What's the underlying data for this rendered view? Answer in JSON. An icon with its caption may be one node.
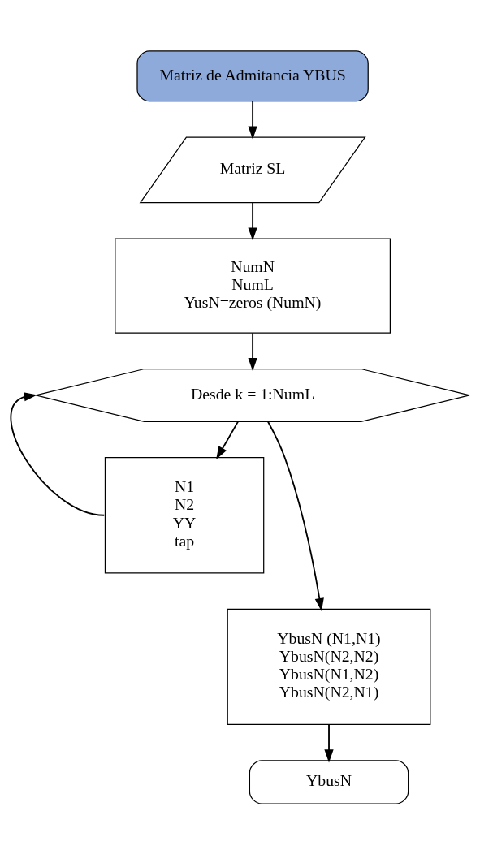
{
  "diagram": {
    "nodes": [
      {
        "text": [
          "Matriz de Admitancia YBUS"
        ]
      },
      {
        "text": [
          "Matriz SL"
        ]
      },
      {
        "text": [
          "NumN",
          "NumL",
          "YusN=zeros (NumN)"
        ]
      },
      {
        "text": [
          "Desde k = 1:NumL"
        ]
      },
      {
        "text": [
          "N1",
          "N2",
          "YY",
          "tap"
        ]
      },
      {
        "text": [
          "YbusN (N1,N1)",
          "YbusN(N2,N2)",
          "YbusN(N1,N2)",
          "YbusN(N2,N1)"
        ]
      },
      {
        "text": [
          "YbusN"
        ]
      }
    ],
    "edges": [
      {
        "from": 0,
        "to": 1,
        "arrow": "to"
      },
      {
        "from": 1,
        "to": 2,
        "arrow": "to"
      },
      {
        "from": 2,
        "to": 3,
        "arrow": "to"
      },
      {
        "from": 3,
        "to": 4,
        "arrow": "to"
      },
      {
        "from": 4,
        "to": 3,
        "arrow": "to"
      },
      {
        "from": 3,
        "to": 5,
        "arrow": "to"
      },
      {
        "from": 5,
        "to": 6,
        "arrow": "to"
      }
    ]
  }
}
